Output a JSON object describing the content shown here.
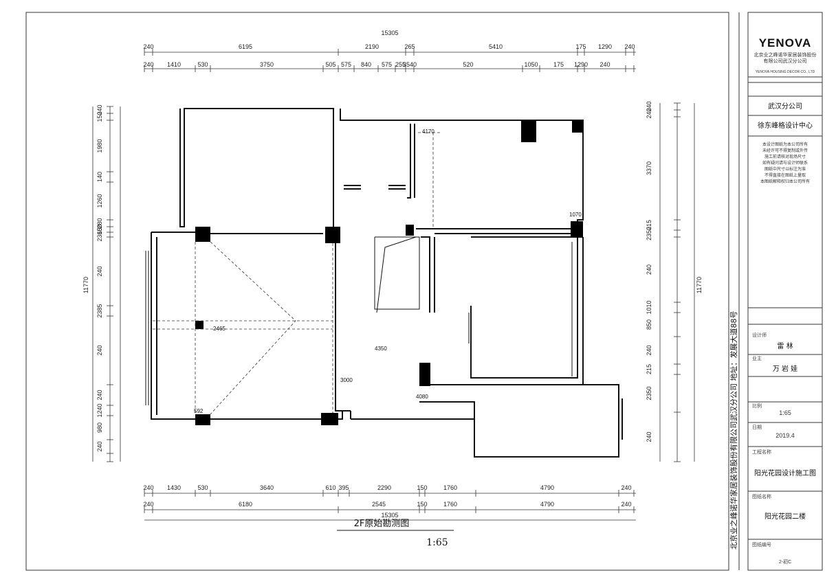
{
  "title_block": {
    "logo": "YENOVA",
    "company_line1": "北京业之峰诺华家居装饰股份",
    "company_line2": "有限公司武汉分公司",
    "company_en": "YENOVA HOUSING DECOR CO., LTD",
    "branch": "武汉分公司",
    "design_center": "徐东峰格设计中心",
    "notes": [
      "本设计图纸为本公司所有",
      "未经许可不得复制或外传",
      "施工前请核对现场尺寸",
      "如有疑问请与设计师联系",
      "图纸中尺寸以标注为准",
      "不得直接在图纸上量取",
      "本图纸解释权归本公司所有"
    ],
    "designer_label": "设计师",
    "designer": "雷 林",
    "client_label": "业主",
    "client": "万 岩 娃",
    "scale_label": "比例",
    "scale": "1:65",
    "date_label": "日期",
    "date": "2019.4",
    "project_label": "工程名称",
    "project": "阳光花园设计施工图",
    "drawing_label": "图纸名称",
    "drawing": "阳光花园二楼",
    "number_label": "图纸编号",
    "number": "2-初C",
    "vertical_text": "北京业之峰诺华家居装饰股份有限公司武汉分公司  地址：发展大道88号"
  },
  "drawing": {
    "title": "2F原始勘测图",
    "scale": "1:65"
  },
  "dims": {
    "top_total": "15305",
    "top_row1": [
      "240",
      "6195",
      "2190",
      "265",
      "5410",
      "175",
      "1290",
      "240"
    ],
    "top_row2": [
      "240",
      "1410",
      "530",
      "3750",
      "505",
      "575",
      "840",
      "575",
      "255",
      "3540",
      "520",
      "1050",
      "175",
      "1290",
      "240"
    ],
    "bottom_row1": [
      "240",
      "1430",
      "530",
      "3640",
      "610",
      "395",
      "2290",
      "150",
      "1760",
      "4790",
      "240"
    ],
    "bottom_row2": [
      "240",
      "6180",
      "2545",
      "150",
      "1760",
      "4790",
      "240"
    ],
    "bottom_total": "15305",
    "left_total": "11770",
    "left_row": [
      "240",
      "150",
      "1980",
      "140",
      "1260",
      "280",
      "150",
      "2360",
      "240",
      "2385",
      "240",
      "240",
      "1240",
      "980",
      "240"
    ],
    "right_total": "11770",
    "right_row": [
      "240",
      "240",
      "3370",
      "215",
      "2350",
      "240",
      "1010",
      "850",
      "240",
      "215",
      "2350",
      "240"
    ]
  },
  "annotations": {
    "a1": "4170",
    "a2": "1070",
    "a3": "2465",
    "a4": "4350",
    "a5": "3000",
    "a6": "4080",
    "a7": "592"
  }
}
